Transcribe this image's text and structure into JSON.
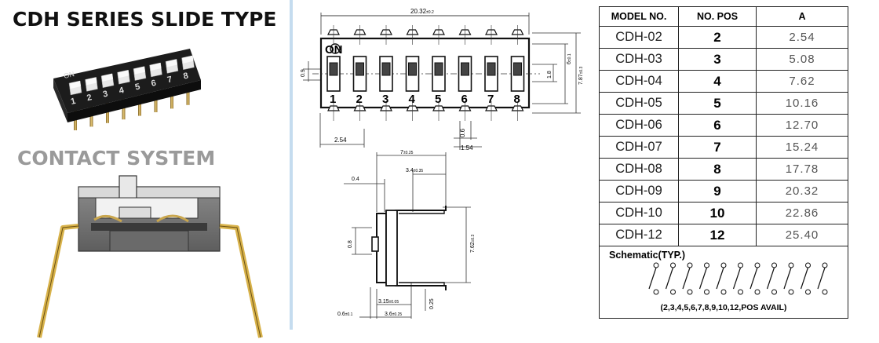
{
  "header": {
    "title": "CDH SERIES SLIDE TYPE",
    "contact_title": "CONTACT SYSTEM"
  },
  "photo": {
    "on_label": "ON",
    "positions": [
      "1",
      "2",
      "3",
      "4",
      "5",
      "6",
      "7",
      "8"
    ]
  },
  "top_view": {
    "on_label": "ON",
    "positions": [
      "1",
      "2",
      "3",
      "4",
      "5",
      "6",
      "7",
      "8"
    ],
    "dim_overall": "20.32",
    "dim_overall_tol": "±0.2",
    "dim_pitch": "2.54",
    "dim_height": "6",
    "dim_height_tol": "±0.1",
    "dim_total_height": "7.87",
    "dim_total_height_tol": "±0.3",
    "dim_actuator": "0.9",
    "dim_slide": "1.8",
    "dim_pin": "0.6",
    "dim_pin_space": "1.54"
  },
  "side_view": {
    "dim_width": "7",
    "dim_width_tol": "±0.25",
    "dim_half": "3.4",
    "dim_half_tol": "±0.35",
    "dim_top": "0.4",
    "dim_actuator": "0.8",
    "dim_height": "7.62",
    "dim_height_tol": "±0.3",
    "dim_315": "3.15",
    "dim_315_tol": "±0.05",
    "dim_36": "3.6",
    "dim_36_tol": "±0.25",
    "dim_06": "0.6",
    "dim_06_tol": "±0.1",
    "dim_025": "0.25"
  },
  "table": {
    "headers": [
      "MODEL NO.",
      "NO. POS",
      "A"
    ],
    "rows": [
      {
        "model": "CDH-02",
        "pos": "2",
        "a": "2.54"
      },
      {
        "model": "CDH-03",
        "pos": "3",
        "a": "5.08"
      },
      {
        "model": "CDH-04",
        "pos": "4",
        "a": "7.62"
      },
      {
        "model": "CDH-05",
        "pos": "5",
        "a": "10.16"
      },
      {
        "model": "CDH-06",
        "pos": "6",
        "a": "12.70"
      },
      {
        "model": "CDH-07",
        "pos": "7",
        "a": "15.24"
      },
      {
        "model": "CDH-08",
        "pos": "8",
        "a": "17.78"
      },
      {
        "model": "CDH-09",
        "pos": "9",
        "a": "20.32"
      },
      {
        "model": "CDH-10",
        "pos": "10",
        "a": "22.86"
      },
      {
        "model": "CDH-12",
        "pos": "12",
        "a": "25.40"
      }
    ],
    "schematic_title": "Schematic(TYP.)",
    "schematic_note": "(2,3,4,5,6,7,8,9,10,12,POS AVAIL)",
    "schematic_switch_count": 11
  },
  "colors": {
    "divider": "#c5dcef",
    "pin_gold": "#c9a64e",
    "body_black": "#1b1b1b"
  }
}
